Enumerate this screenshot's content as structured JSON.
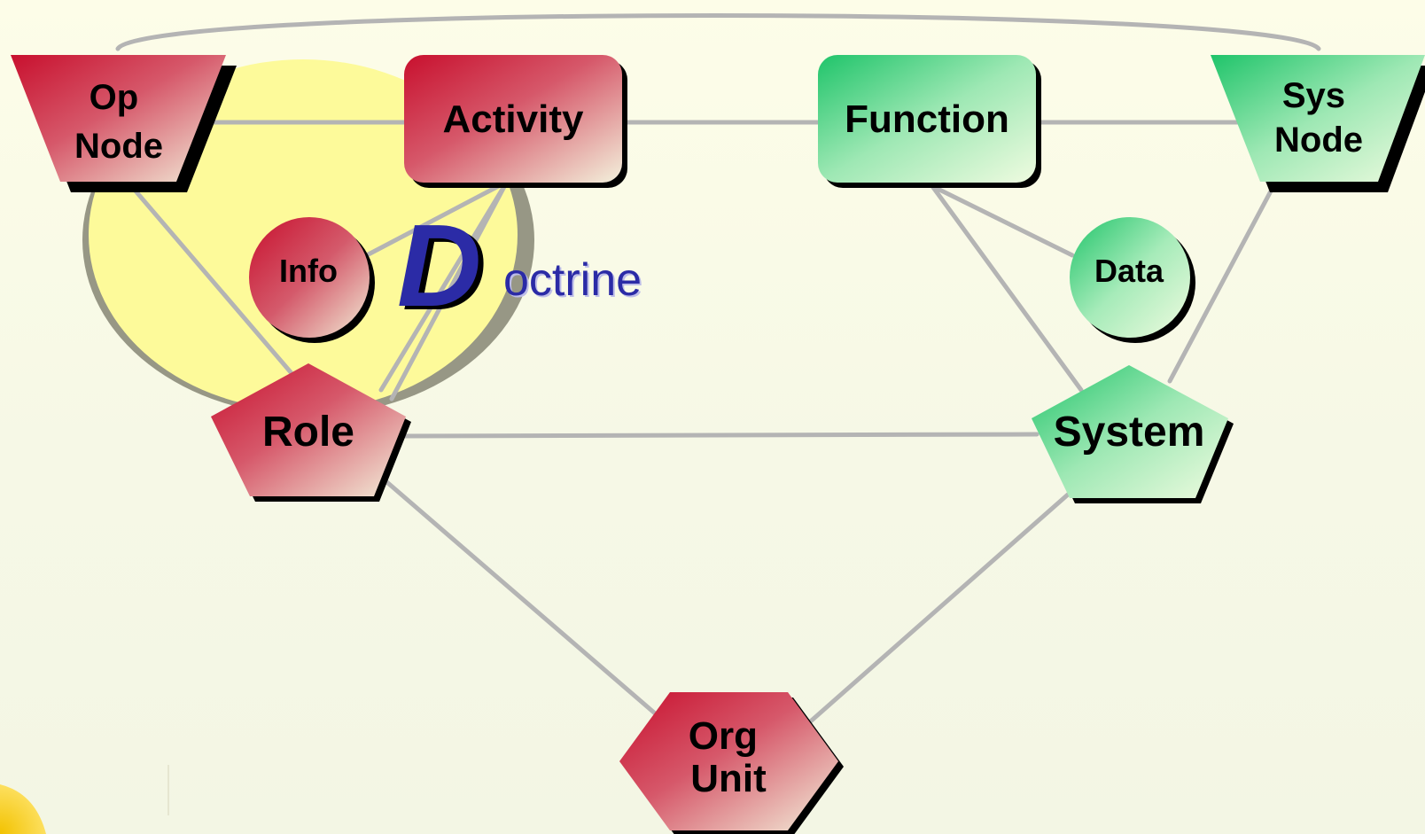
{
  "nodes": {
    "op_node": {
      "line1": "Op",
      "line2": "Node"
    },
    "activity": {
      "label": "Activity"
    },
    "function": {
      "label": "Function"
    },
    "sys_node": {
      "line1": "Sys",
      "line2": "Node"
    },
    "info": {
      "label": "Info"
    },
    "data": {
      "label": "Data"
    },
    "role": {
      "label": "Role"
    },
    "system": {
      "label": "System"
    },
    "org_unit": {
      "line1": "Org",
      "line2": "Unit"
    }
  },
  "doctrine": {
    "initial": "D",
    "rest": "octrine"
  },
  "colors": {
    "operational_red": "#c8102e",
    "system_green": "#22c46a",
    "doctrine_blue": "#2b2ba6",
    "doctrine_highlight": "#fdfa9a",
    "connector_gray": "#b4b4b4"
  }
}
